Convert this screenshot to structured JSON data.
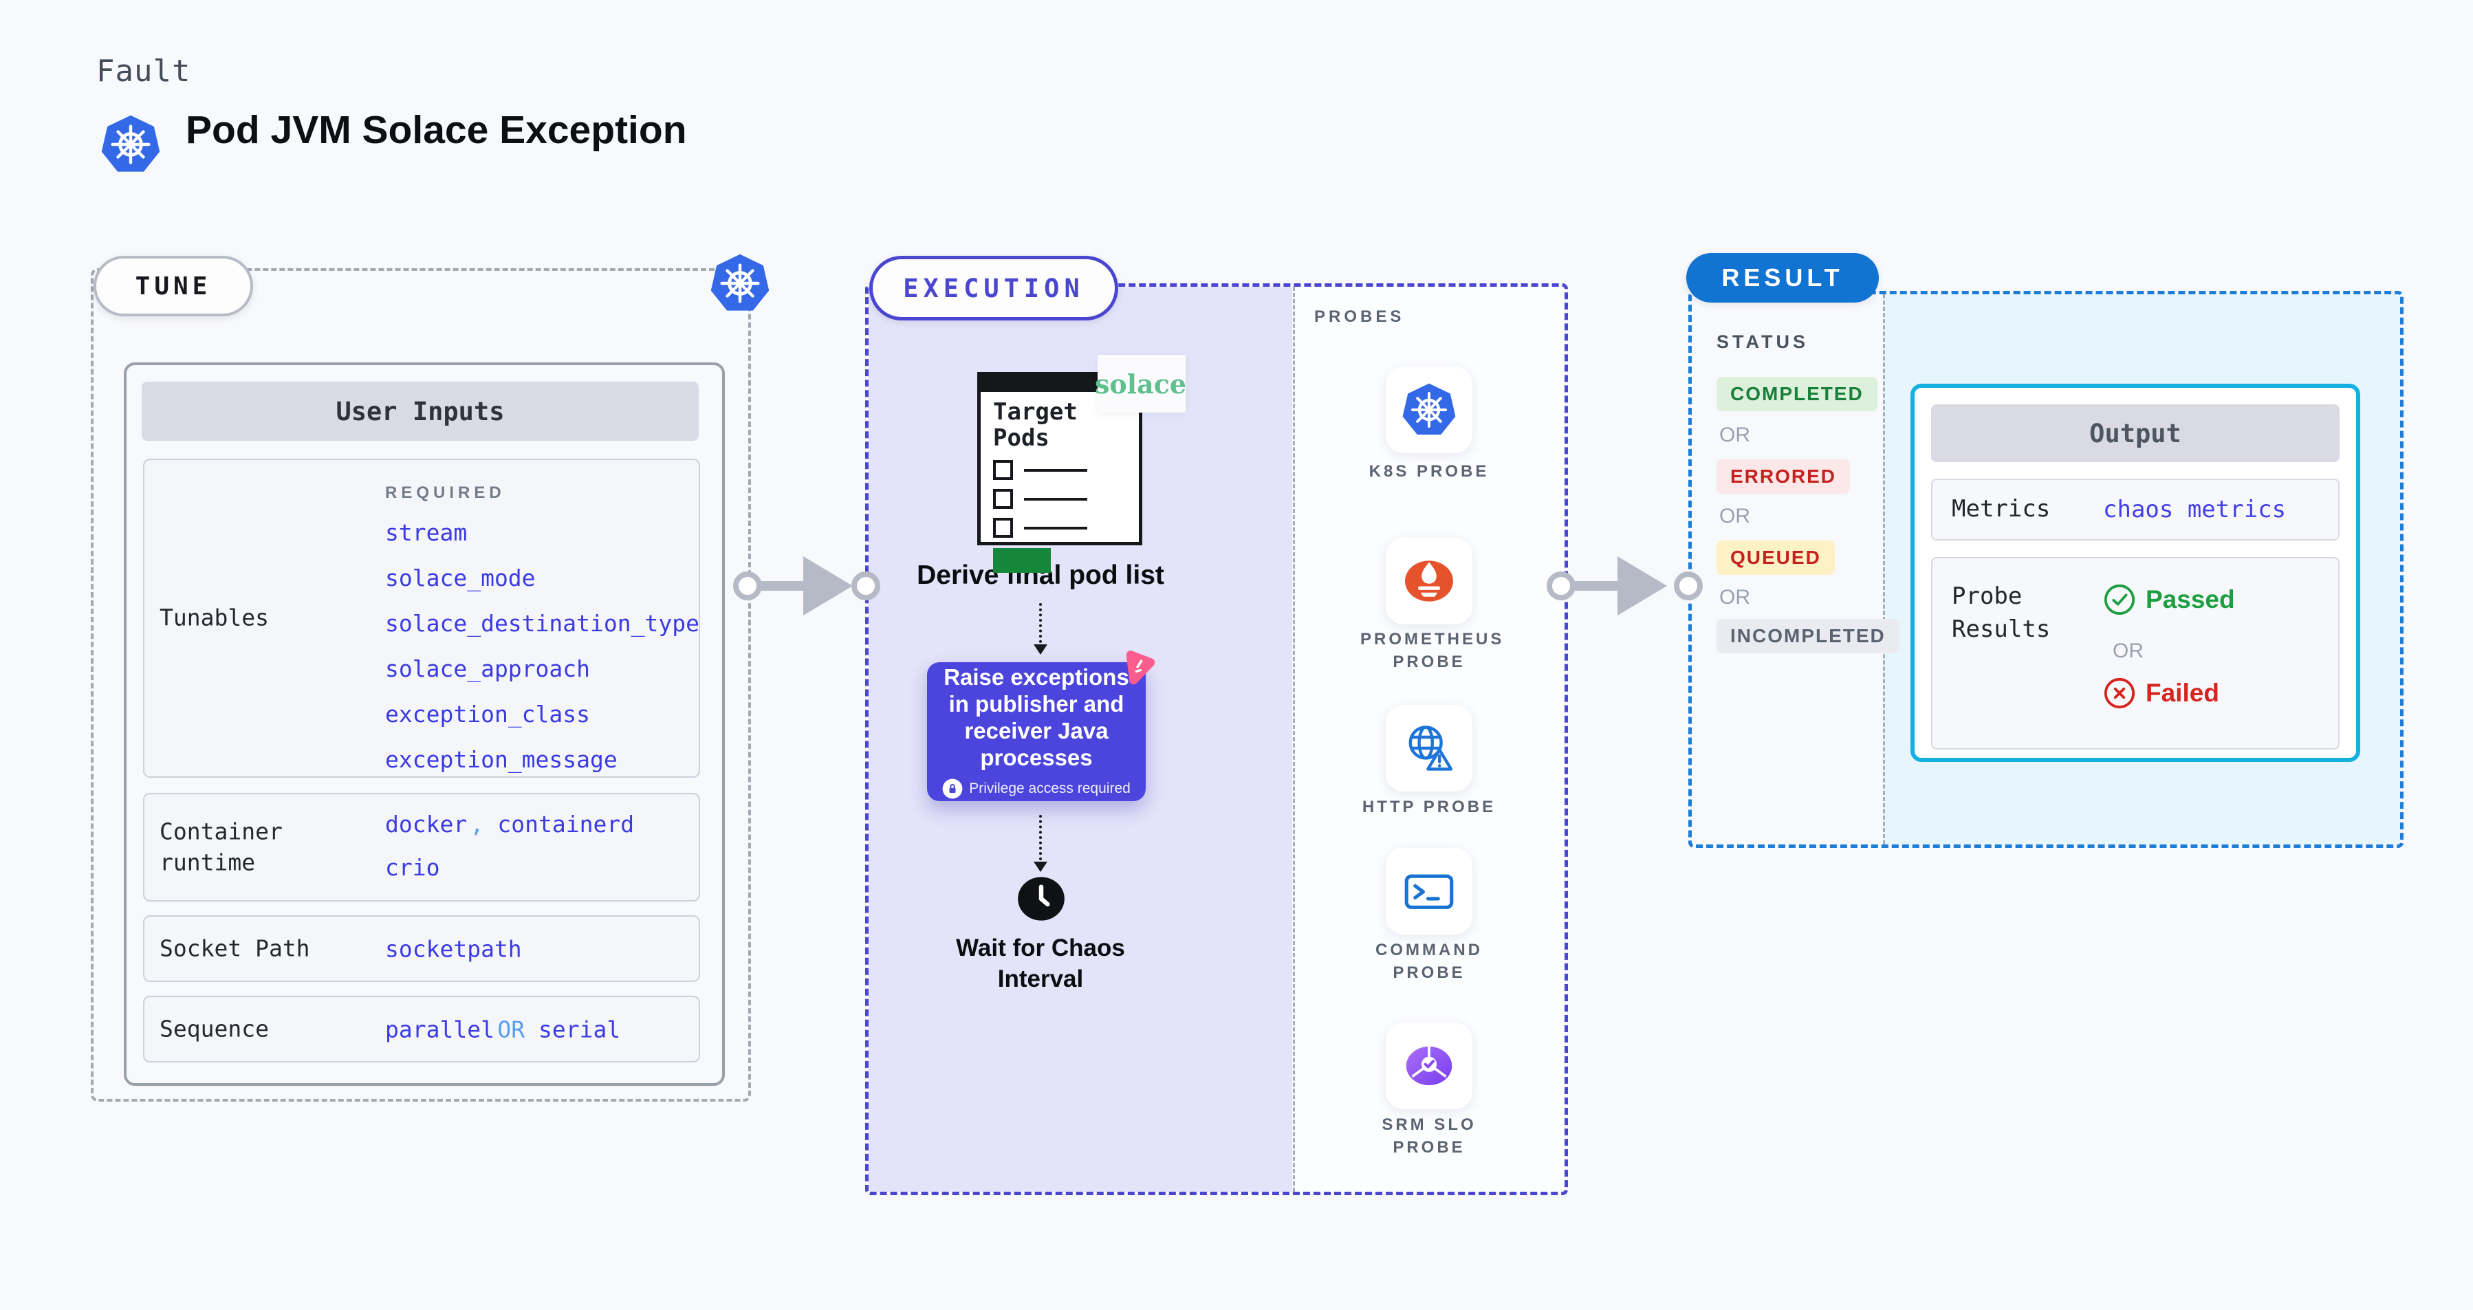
{
  "header": {
    "kicker": "Fault",
    "title": "Pod JVM Solace Exception"
  },
  "tune": {
    "badge": "TUNE",
    "user_inputs": {
      "title": "User Inputs",
      "required_label": "REQUIRED",
      "tunables_label": "Tunables",
      "tunables": [
        "stream",
        "solace_mode",
        "solace_destination_type",
        "solace_approach",
        "exception_class",
        "exception_message"
      ],
      "container_runtime_label": "Container runtime",
      "container_runtime": {
        "v1": "docker",
        "sep": ",",
        "v2": "containerd",
        "v3": "crio"
      },
      "socket_path_label": "Socket Path",
      "socket_path_value": "socketpath",
      "sequence_label": "Sequence",
      "sequence": {
        "v1": "parallel",
        "or": "OR",
        "v2": "serial"
      }
    }
  },
  "execution": {
    "badge": "EXECUTION",
    "target_pods_title": "Target Pods",
    "solace_logo": "solace",
    "derive_label": "Derive final pod list",
    "action": {
      "text": "Raise exceptions in publisher and receiver Java processes",
      "privilege": "Privilege access required"
    },
    "wait_label": "Wait for Chaos Interval",
    "probes_heading": "PROBES",
    "probes": [
      {
        "label": "K8S PROBE",
        "icon": "kubernetes-icon"
      },
      {
        "label": "PROMETHEUS PROBE",
        "icon": "prometheus-icon"
      },
      {
        "label": "HTTP PROBE",
        "icon": "globe-alert-icon"
      },
      {
        "label": "COMMAND PROBE",
        "icon": "terminal-icon"
      },
      {
        "label": "SRM SLO PROBE",
        "icon": "slo-gauge-icon"
      }
    ]
  },
  "result": {
    "badge": "RESULT",
    "status_heading": "STATUS",
    "or_label": "OR",
    "statuses": [
      {
        "label": "COMPLETED",
        "color": "#188038",
        "bg": "#dcf0dc"
      },
      {
        "label": "ERRORED",
        "color": "#c5221f",
        "bg": "#fce8e8"
      },
      {
        "label": "QUEUED",
        "color": "#c5221f",
        "bg": "#fdf1c6"
      },
      {
        "label": "INCOMPLETED",
        "color": "#5c6370",
        "bg": "#e9ebf1"
      }
    ],
    "output": {
      "title": "Output",
      "metrics_label": "Metrics",
      "metrics_value": "chaos metrics",
      "probe_results_label": "Probe Results",
      "passed": "Passed",
      "or": "OR",
      "failed": "Failed"
    }
  },
  "colors": {
    "page_bg": "#f8f9fd",
    "kubernetes_blue": "#3368e7",
    "execution_accent": "#4a46d0",
    "execution_fill": "#e3e3f9",
    "result_border": "#1d7dd8",
    "result_pill": "#1173d2",
    "result_fill": "#e7f6fc",
    "output_border": "#14b0e0",
    "action_box": "#4b44dd",
    "litmus_pink": "#fb5d8e",
    "solace_green": "#5fc08e",
    "value_blue": "#3b3ae3",
    "value_light_blue": "#5a9df0",
    "target_green": "#15873b",
    "prometheus_orange": "#e6522c",
    "connector_gray": "#b6bac6"
  }
}
